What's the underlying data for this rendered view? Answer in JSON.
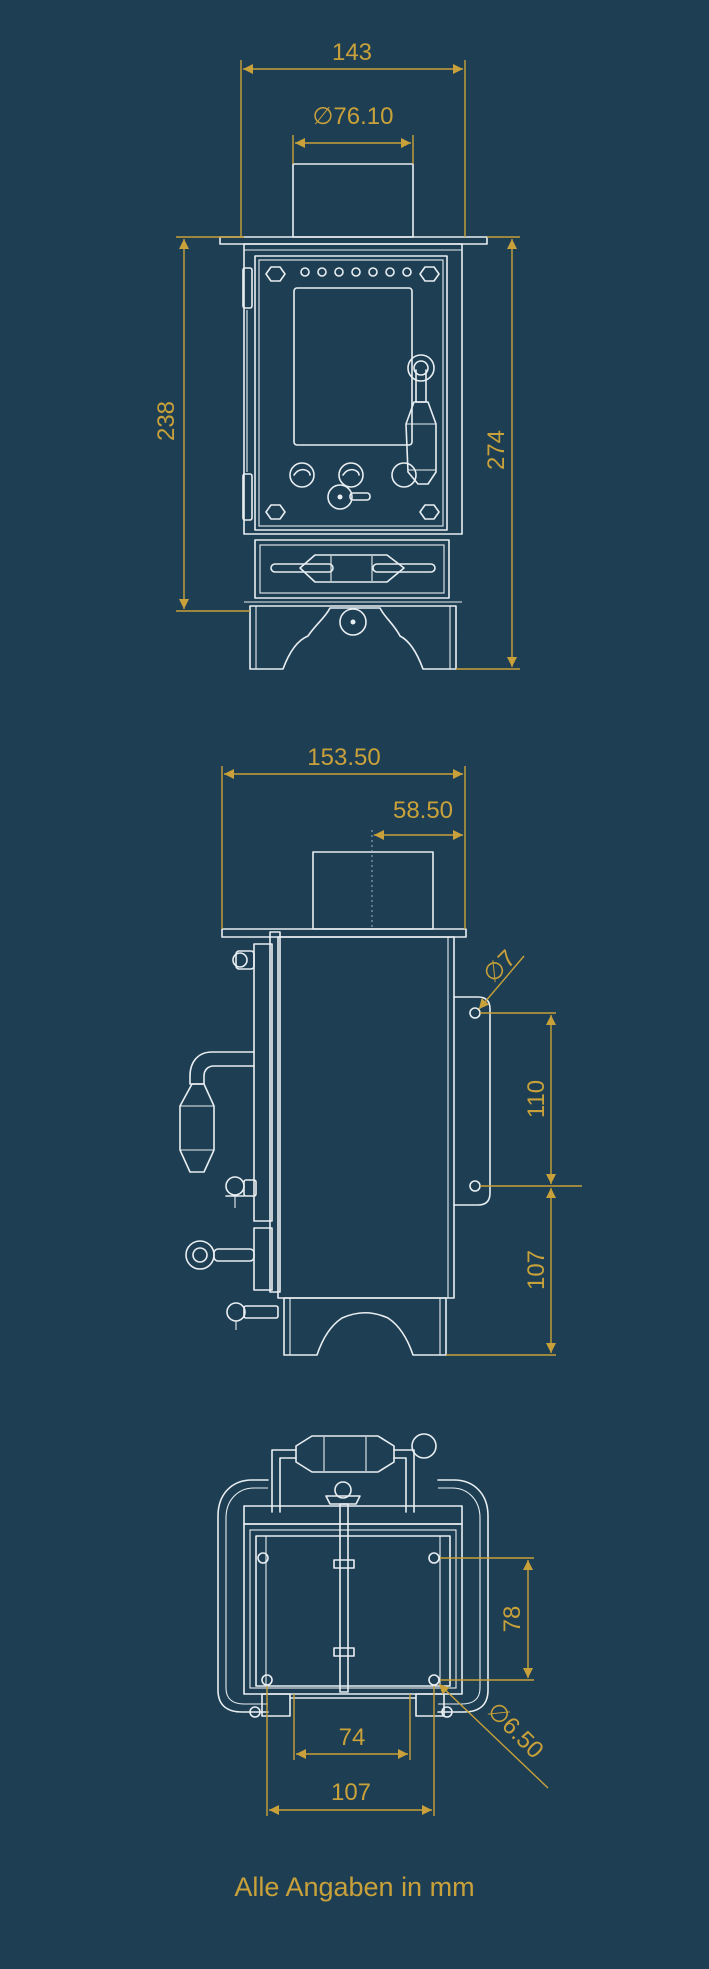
{
  "colors": {
    "background": "#1e3f53",
    "line": "#e9eef2",
    "dimension": "#c9a13a"
  },
  "front_view": {
    "width": "143",
    "flue_diameter": "∅76.10",
    "height_body": "238",
    "height_total": "274"
  },
  "side_view": {
    "depth": "153.50",
    "flue_offset": "58.50",
    "hole_diameter": "∅7",
    "hole_spacing": "110",
    "hole_height": "107"
  },
  "top_view": {
    "hole_spacing_depth": "78",
    "inner_width": "74",
    "outer_width": "107",
    "hole_diameter": "∅6.50"
  },
  "footer": {
    "note": "Alle Angaben in mm"
  }
}
